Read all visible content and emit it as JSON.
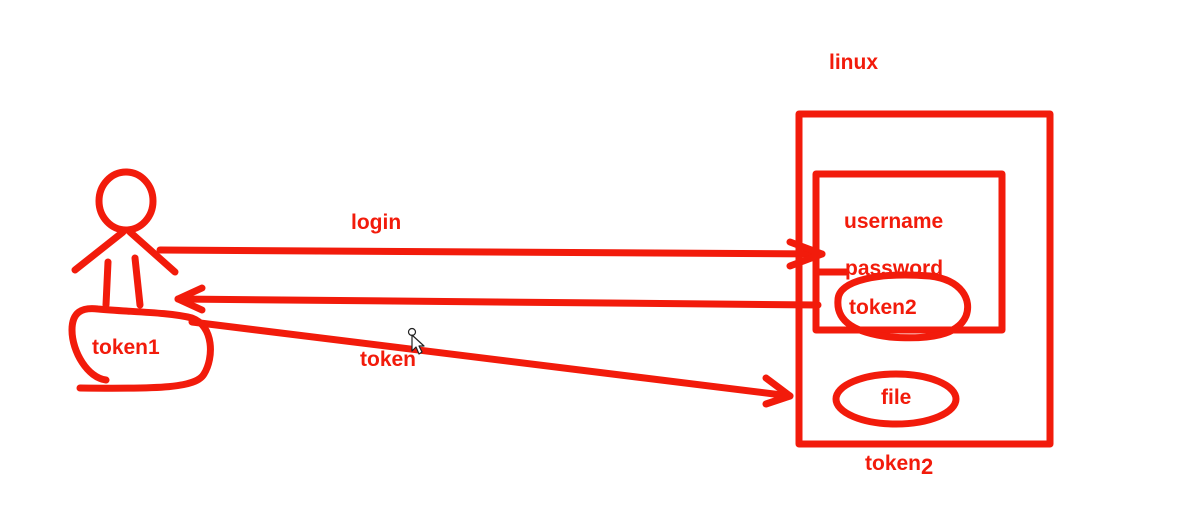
{
  "diagram": {
    "stroke_color": "#f21b0b",
    "background": "#ffffff",
    "labels": {
      "linux": "linux",
      "login": "login",
      "username": "username",
      "password": "password",
      "token_inner": "token2",
      "token_left": "token1",
      "token_arrow": "token",
      "file": "file",
      "token_bottom_main": "token",
      "token_bottom_sub": "2"
    },
    "icons": {
      "person": "stick-figure-icon",
      "cursor": "mouse-pointer-icon"
    }
  }
}
